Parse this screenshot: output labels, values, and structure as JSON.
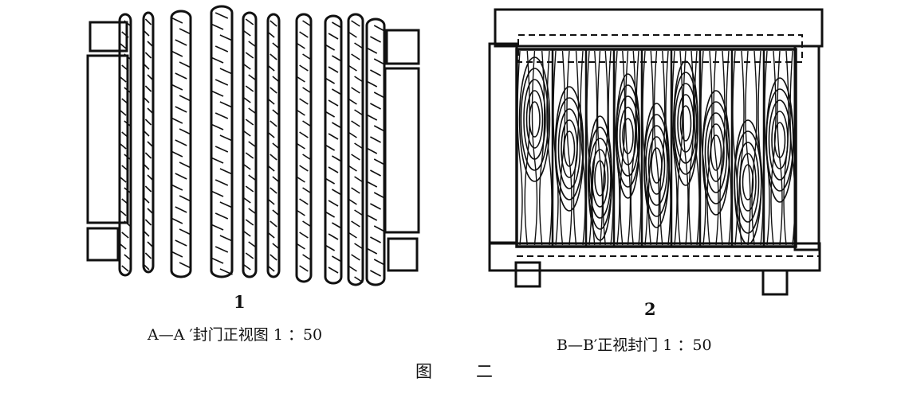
{
  "figure1": {
    "number": "1",
    "caption": "A—A ′封门正视图 1 ：50"
  },
  "figure2": {
    "number": "2",
    "caption": "B—B′正视封门 1 ：50"
  },
  "figure_title": {
    "prefix": "图",
    "number": "二"
  },
  "colors": {
    "ink": "#111111",
    "paper": "#ffffff"
  }
}
